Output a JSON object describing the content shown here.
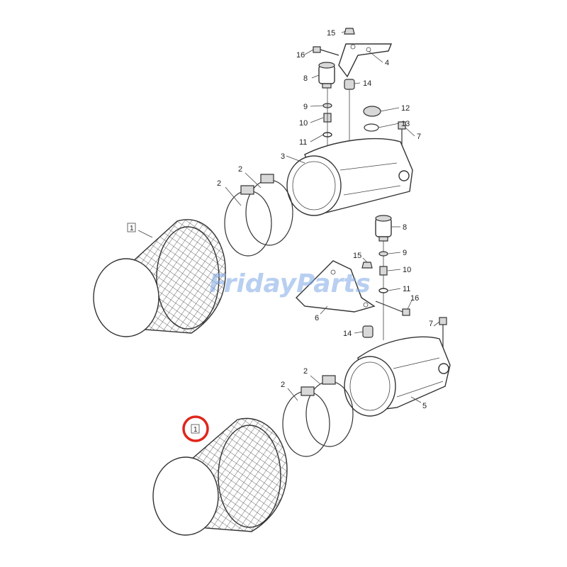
{
  "diagram": {
    "callouts_upper": [
      "15",
      "16",
      "4",
      "8",
      "14",
      "9",
      "10",
      "11",
      "12",
      "13",
      "7",
      "3",
      "2",
      "2",
      "1"
    ],
    "callouts_lower": [
      "8",
      "9",
      "15",
      "10",
      "11",
      "16",
      "6",
      "14",
      "7",
      "5",
      "2",
      "2",
      "1"
    ],
    "highlight_color": "#e0261b",
    "watermark": {
      "part1": "Friday",
      "part2": "Parts",
      "color": "#7fa9e6"
    }
  }
}
